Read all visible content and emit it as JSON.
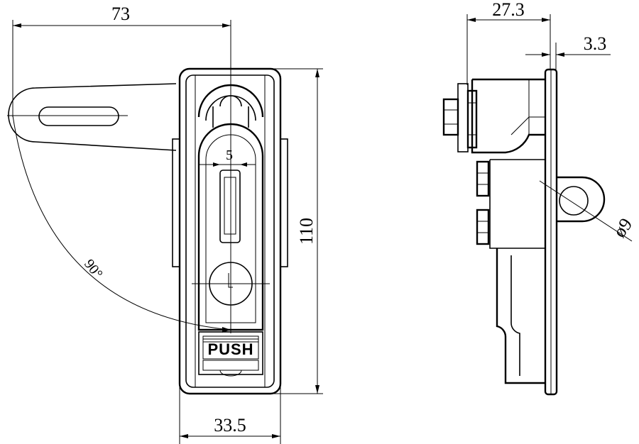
{
  "front_view": {
    "width_overall": "73",
    "slot_width": "5",
    "height": "110",
    "body_width": "33.5",
    "rotation_angle": "90°",
    "button_label": "PUSH"
  },
  "side_view": {
    "depth": "27.3",
    "flange_thickness": "3.3",
    "eye_diameter": "ø9"
  }
}
